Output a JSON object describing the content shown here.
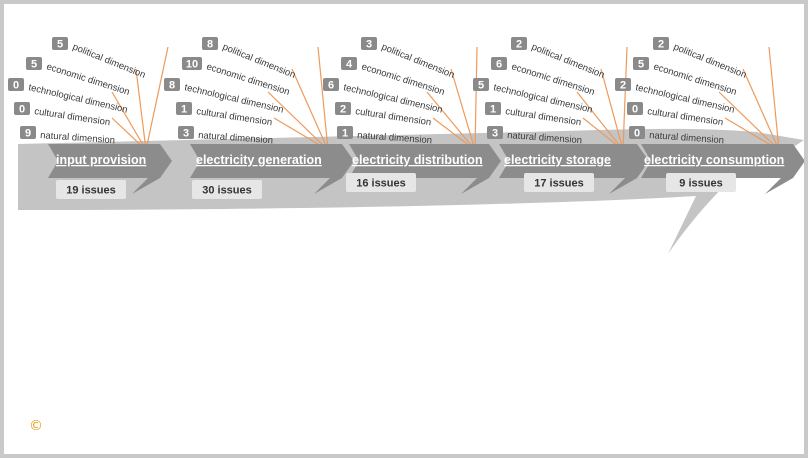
{
  "copyright_symbol": "©",
  "colors": {
    "band": "#c4c4c4",
    "chevron": "#8c8c8c",
    "badge": "#8a8a8a",
    "issues_box": "#e6e6e6",
    "fan_line": "#ee9a5a",
    "copyright": "#e8a020"
  },
  "stages": [
    {
      "title": "input provision",
      "issues": "19 issues",
      "dimensions": [
        {
          "label": "political dimension",
          "count": "5"
        },
        {
          "label": "economic dimension",
          "count": "5"
        },
        {
          "label": "technological dimension",
          "count": "0"
        },
        {
          "label": "cultural dimension",
          "count": "0"
        },
        {
          "label": "natural dimension",
          "count": "9"
        }
      ]
    },
    {
      "title": "electricity generation",
      "issues": "30 issues",
      "dimensions": [
        {
          "label": "political dimension",
          "count": "8"
        },
        {
          "label": "economic dimension",
          "count": "10"
        },
        {
          "label": "technological dimension",
          "count": "8"
        },
        {
          "label": "cultural dimension",
          "count": "1"
        },
        {
          "label": "natural dimension",
          "count": "3"
        }
      ]
    },
    {
      "title": "electricity distribution",
      "issues": "16 issues",
      "dimensions": [
        {
          "label": "political dimension",
          "count": "3"
        },
        {
          "label": "economic dimension",
          "count": "4"
        },
        {
          "label": "technological dimension",
          "count": "6"
        },
        {
          "label": "cultural dimension",
          "count": "2"
        },
        {
          "label": "natural dimension",
          "count": "1"
        }
      ]
    },
    {
      "title": "electricity storage",
      "issues": "17 issues",
      "dimensions": [
        {
          "label": "political dimension",
          "count": "2"
        },
        {
          "label": "economic dimension",
          "count": "6"
        },
        {
          "label": "technological dimension",
          "count": "5"
        },
        {
          "label": "cultural dimension",
          "count": "1"
        },
        {
          "label": "natural dimension",
          "count": "3"
        }
      ]
    },
    {
      "title": "electricity consumption",
      "issues": "9 issues",
      "dimensions": [
        {
          "label": "political dimension",
          "count": "2"
        },
        {
          "label": "economic dimension",
          "count": "5"
        },
        {
          "label": "technological dimension",
          "count": "2"
        },
        {
          "label": "cultural dimension",
          "count": "0"
        },
        {
          "label": "natural dimension",
          "count": "0"
        }
      ]
    }
  ]
}
